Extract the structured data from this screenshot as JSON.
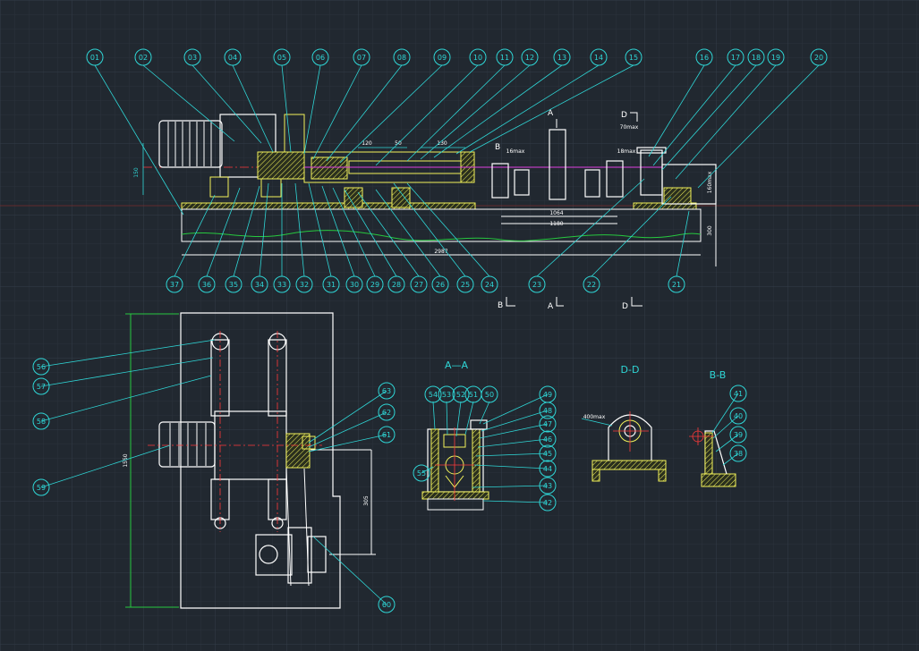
{
  "background_color": "#212830",
  "colors": {
    "leader": "#2fd6d6",
    "outline": "#ffffff",
    "hatch": "#f2f25a",
    "centerline": "#ff3a3a",
    "magenta": "#e040e0",
    "dimension_green": "#27c93f"
  },
  "views": {
    "A_A": {
      "title": "A—A"
    },
    "D_D": {
      "title": "D-D"
    },
    "B_B": {
      "title": "B-B"
    }
  },
  "section_marks": {
    "A": "A",
    "B": "B",
    "D": "D"
  },
  "balloons_main_top": [
    "01",
    "02",
    "03",
    "04",
    "05",
    "06",
    "07",
    "08",
    "09",
    "10",
    "11",
    "12",
    "13",
    "14",
    "15",
    "16",
    "17",
    "18",
    "19",
    "20"
  ],
  "balloons_main_bottom": [
    "37",
    "36",
    "35",
    "34",
    "33",
    "32",
    "31",
    "30",
    "29",
    "28",
    "27",
    "26",
    "25",
    "24",
    "23",
    "22",
    "21"
  ],
  "balloons_plan": [
    "56",
    "57",
    "58",
    "59",
    "63",
    "62",
    "61",
    "60"
  ],
  "balloons_aa_top": [
    "54",
    "53",
    "52",
    "51",
    "50"
  ],
  "balloons_aa_side": [
    "49",
    "48",
    "47",
    "46",
    "45",
    "44",
    "43",
    "42"
  ],
  "balloons_aa_left": "55",
  "balloons_bb": [
    "41",
    "40",
    "39",
    "38"
  ],
  "dimensions": {
    "d150": "150",
    "d120a": "120",
    "d50": "50",
    "d130": "130",
    "d1064": "1064",
    "d1180": "1180",
    "d2987": "2987",
    "d300": "300",
    "d305": "305",
    "d_right_v": "160max",
    "d_left_v": "1550",
    "d_r16": "16max",
    "d_top_right": "70max",
    "d_r18": "18max",
    "d_dd": "400max"
  }
}
